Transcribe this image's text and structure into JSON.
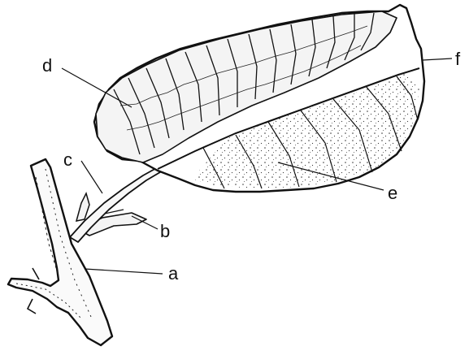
{
  "labels": {
    "a": "a",
    "b": "b",
    "c": "c",
    "d": "d",
    "e": "e",
    "f": "f"
  },
  "colors": {
    "ink": "#111111",
    "background": "#ffffff"
  }
}
